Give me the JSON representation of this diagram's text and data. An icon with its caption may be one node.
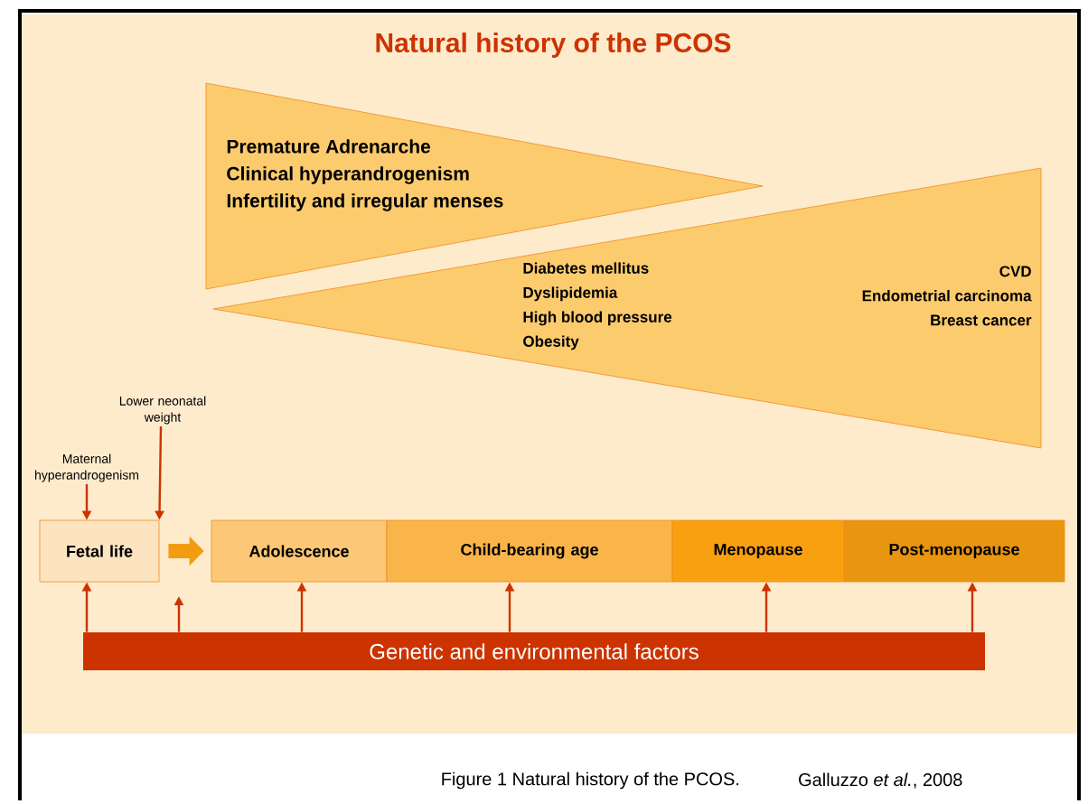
{
  "diagram": {
    "title": "Natural history of the PCOS",
    "caption": "Figure 1 Natural history of the PCOS.",
    "nodes": [
      {
        "text": [
          "Premature Adrenarche",
          "Clinical hyperandrogenism",
          "Infertility and irregular menses"
        ]
      },
      {
        "text": [
          "Diabetes mellitus",
          "Dyslipidemia",
          "High blood pressure",
          "Obesity",
          "CVD",
          "Endometrial carcinoma",
          "Breast cancer"
        ]
      },
      {
        "text": [
          "Maternal hyperandrogenism"
        ]
      },
      {
        "text": [
          "Lower neonatal weight"
        ]
      },
      {
        "text": [
          "Fetal life"
        ]
      },
      {
        "text": [
          "Adolescence"
        ]
      },
      {
        "text": [
          "Child-bearing age"
        ]
      },
      {
        "text": [
          "Menopause"
        ]
      },
      {
        "text": [
          "Post-menopause"
        ]
      },
      {
        "text": [
          "Genetic and environmental factors"
        ]
      }
    ],
    "edges": [
      {
        "from": 2,
        "to": 4,
        "arrow": "to"
      },
      {
        "from": 3,
        "to": 4,
        "arrow": "to"
      },
      {
        "from": 4,
        "to": 5,
        "arrow": "to",
        "style": "thick",
        "color": "#f39c12"
      },
      {
        "from": 9,
        "to": 4,
        "arrow": "to"
      },
      {
        "from": 9,
        "to": null,
        "arrow": "to"
      },
      {
        "from": 9,
        "to": 5,
        "arrow": "to"
      },
      {
        "from": 9,
        "to": 6,
        "arrow": "to"
      },
      {
        "from": 9,
        "to": 7,
        "arrow": "to"
      },
      {
        "from": 9,
        "to": 8,
        "arrow": "to"
      }
    ],
    "labels": [
      "Galluzzo *et al.*, 2008"
    ]
  }
}
